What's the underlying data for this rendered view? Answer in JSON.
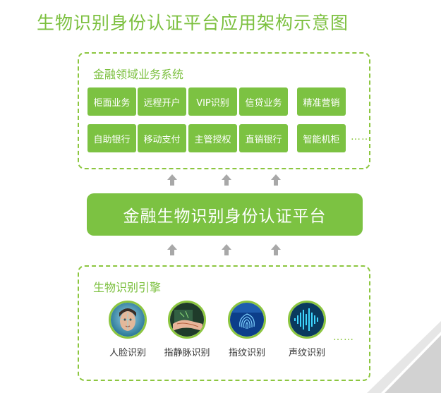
{
  "title": "生物识别身份认证平台应用架构示意图",
  "financial_domain": {
    "label": "金融领域业务系统",
    "row1": [
      "柜面业务",
      "远程开户",
      "VIP识别",
      "信贷业务",
      "精准营销"
    ],
    "row2": [
      "自助银行",
      "移动支付",
      "主管授权",
      "直销银行",
      "智能机柜"
    ],
    "more": "……"
  },
  "platform": {
    "label": "金融生物识别身份认证平台"
  },
  "engine": {
    "label": "生物识别引擎",
    "items": [
      {
        "label": "人脸识别",
        "icon": "face-recognition-icon"
      },
      {
        "label": "指静脉识别",
        "icon": "finger-vein-icon"
      },
      {
        "label": "指纹识别",
        "icon": "fingerprint-icon"
      },
      {
        "label": "声纹识别",
        "icon": "voiceprint-icon"
      }
    ],
    "more": "……"
  },
  "colors": {
    "accent": "#7cc242",
    "dash": "#8cc63f",
    "arrow": "#a8a8a8"
  }
}
